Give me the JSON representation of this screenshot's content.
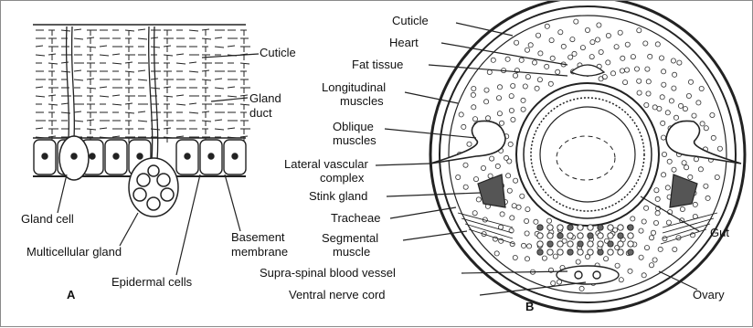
{
  "figure": {
    "panel_a": {
      "letter": "A",
      "labels": {
        "cuticle": "Cuticle",
        "gland_duct_1": "Gland",
        "gland_duct_2": "duct",
        "gland_cell": "Gland cell",
        "multicellular_gland": "Multicellular gland",
        "epidermal_cells": "Epidermal cells",
        "basement_1": "Basement",
        "basement_2": "membrane"
      }
    },
    "panel_b": {
      "letter": "B",
      "labels": {
        "cuticle": "Cuticle",
        "heart": "Heart",
        "fat_tissue": "Fat tissue",
        "longitudinal_1": "Longitudinal",
        "longitudinal_2": "muscles",
        "oblique_1": "Oblique",
        "oblique_2": "muscles",
        "lateral_1": "Lateral vascular",
        "lateral_2": "complex",
        "stink_gland": "Stink gland",
        "tracheae": "Tracheae",
        "segmental_1": "Segmental",
        "segmental_2": "muscle",
        "supra_spinal": "Supra-spinal blood vessel",
        "ventral_nerve": "Ventral nerve cord",
        "gut": "Gut",
        "ovary": "Ovary"
      }
    }
  }
}
